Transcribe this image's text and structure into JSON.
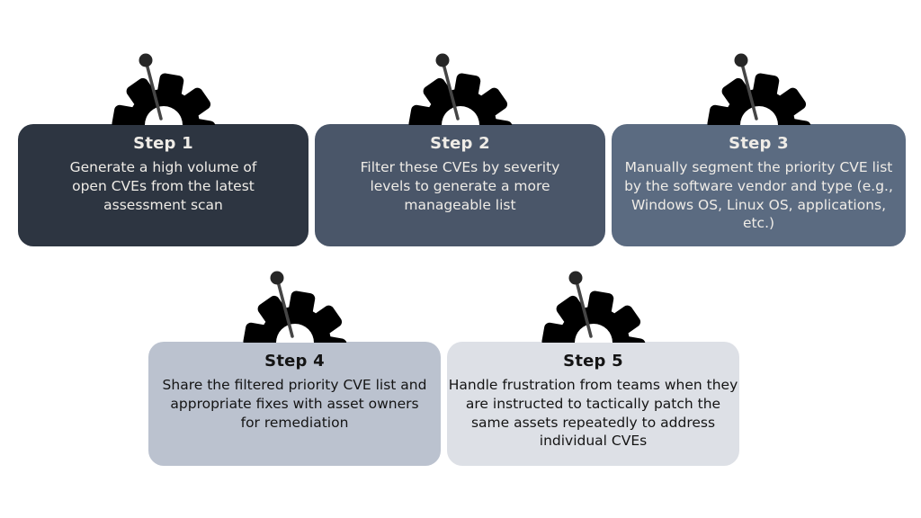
{
  "figure": {
    "kind": "process-steps-infographic",
    "step_count": 5
  },
  "colors": {
    "background": "#ffffff",
    "step1_bg": "#2d3541",
    "step2_bg": "#4a5669",
    "step3_bg": "#5b6b81",
    "step4_bg": "#bbc2cf",
    "step5_bg": "#dde0e6",
    "text_light": "#efece7",
    "text_dark": "#141414",
    "pin_head": "#262626",
    "pin_stroke": "#454545"
  },
  "icons": {
    "gear": "gear-gauge-icon",
    "pin": "pin-needle-icon"
  },
  "steps": [
    {
      "title": "Step 1",
      "description": "Generate a high volume of open CVEs from the latest assessment scan"
    },
    {
      "title": "Step 2",
      "description": "Filter these CVEs by severity levels to generate a more manageable list"
    },
    {
      "title": "Step 3",
      "description": "Manually segment the priority CVE list by the software vendor and type (e.g., Windows OS, Linux OS, applications, etc.)"
    },
    {
      "title": "Step 4",
      "description": "Share the filtered priority CVE list and appropriate fixes with asset owners for remediation"
    },
    {
      "title": "Step 5",
      "description": "Handle frustration from teams when they are instructed to tactically patch the same assets repeatedly to address individual CVEs"
    }
  ]
}
